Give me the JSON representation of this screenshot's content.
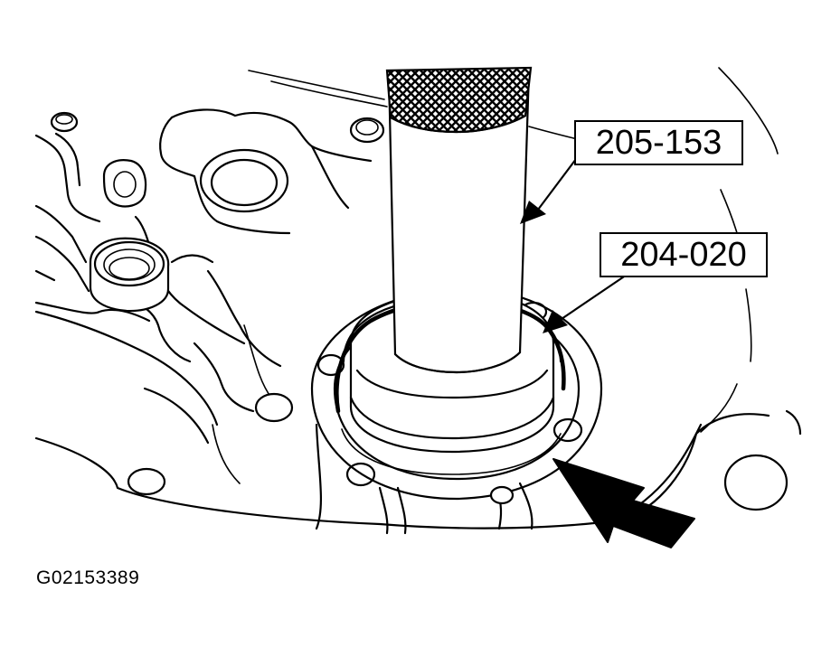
{
  "callouts": {
    "tool_a": "205-153",
    "tool_b": "204-020"
  },
  "figure_id": "G02153389",
  "colors": {
    "ink": "#000000",
    "paper": "#ffffff"
  }
}
